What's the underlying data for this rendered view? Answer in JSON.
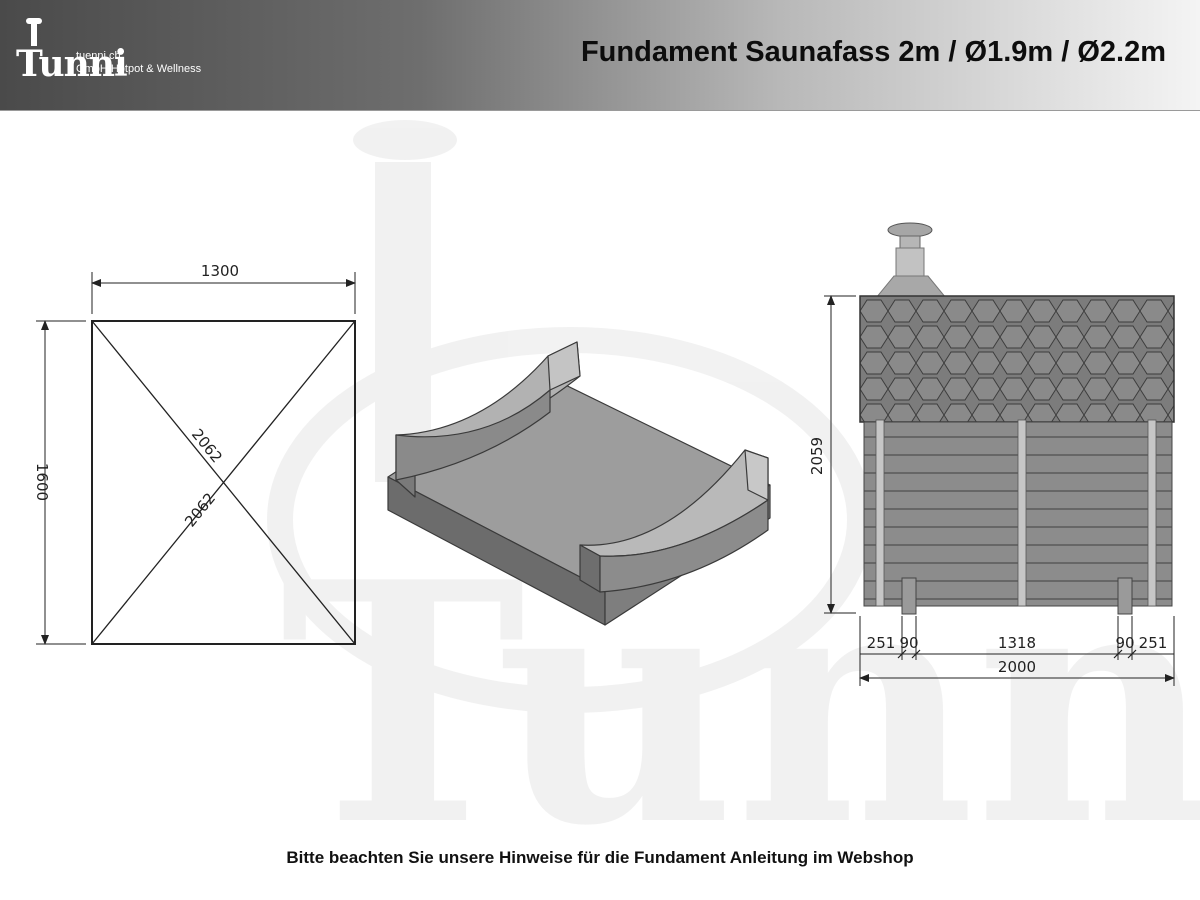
{
  "header": {
    "logo_word": "Tunni",
    "logo_domain": "tuenni.ch",
    "logo_company": "GmbH Hotpot & Wellness",
    "title": "Fundament Saunafass 2m / Ø1.9m / Ø2.2m"
  },
  "watermark": {
    "text": "Tunni"
  },
  "plan": {
    "width_label": "1300",
    "height_label": "1600",
    "diag1_label": "2062",
    "diag2_label": "2062"
  },
  "elevation": {
    "height_label": "2059",
    "seg_outer_left": "251",
    "seg_inner_left": "90",
    "seg_middle": "1318",
    "seg_inner_right": "90",
    "seg_outer_right": "251",
    "total": "2000"
  },
  "footer": {
    "note": "Bitte beachten Sie unsere Hinweise für die Fundament Anleitung im Webshop"
  }
}
